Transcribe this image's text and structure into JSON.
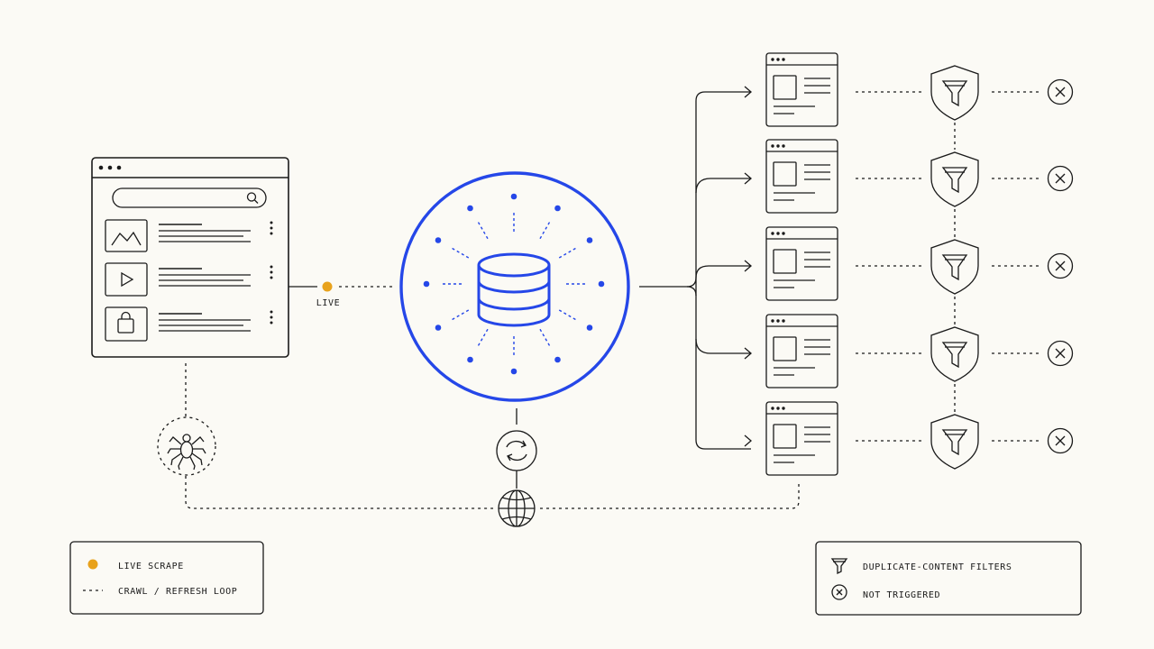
{
  "colors": {
    "ink": "#1a1a1a",
    "accent_blue": "#2547e8",
    "live_orange": "#e8a21c",
    "background": "#fbfaf5"
  },
  "source_panel": {
    "rows": [
      {
        "icon": "mountain-image-icon"
      },
      {
        "icon": "play-icon"
      },
      {
        "icon": "shopping-bag-icon"
      }
    ],
    "search_icon": "search-icon"
  },
  "live_label": "LIVE",
  "database_icon": "database-icon",
  "sync_icon": "refresh-icon",
  "globe_icon": "globe-icon",
  "crawler_icon": "spider-icon",
  "pages": [
    {
      "filter_icon": "funnel-shield-icon",
      "status_icon": "x-circle-icon"
    },
    {
      "filter_icon": "funnel-shield-icon",
      "status_icon": "x-circle-icon"
    },
    {
      "filter_icon": "funnel-shield-icon",
      "status_icon": "x-circle-icon"
    },
    {
      "filter_icon": "funnel-shield-icon",
      "status_icon": "x-circle-icon"
    },
    {
      "filter_icon": "funnel-shield-icon",
      "status_icon": "x-circle-icon"
    }
  ],
  "legend_left": {
    "items": [
      {
        "marker": "orange-dot",
        "label": "LIVE SCRAPE"
      },
      {
        "marker": "dashed-line",
        "label": "CRAWL / REFRESH LOOP"
      }
    ]
  },
  "legend_right": {
    "items": [
      {
        "marker": "funnel-icon",
        "label": "DUPLICATE-CONTENT FILTERS"
      },
      {
        "marker": "x-circle-icon",
        "label": "NOT TRIGGERED"
      }
    ]
  }
}
